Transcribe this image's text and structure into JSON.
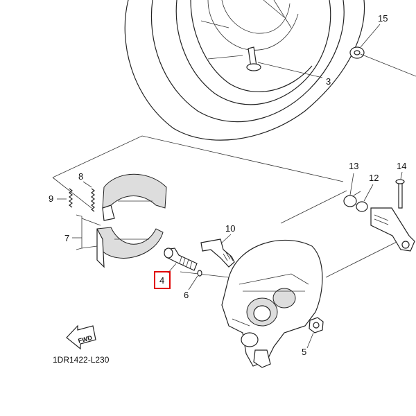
{
  "diagram": {
    "part_labels": {
      "p15": "15",
      "p3": "3",
      "p13": "13",
      "p12": "12",
      "p14": "14",
      "p8": "8",
      "p9": "9",
      "p7": "7",
      "p10": "10",
      "p4": "4",
      "p6": "6",
      "p5": "5"
    },
    "highlighted_part": "4",
    "highlight_color": "#e00000",
    "fwd_label": "FWD",
    "diagram_code": "1DR1422-L230"
  }
}
